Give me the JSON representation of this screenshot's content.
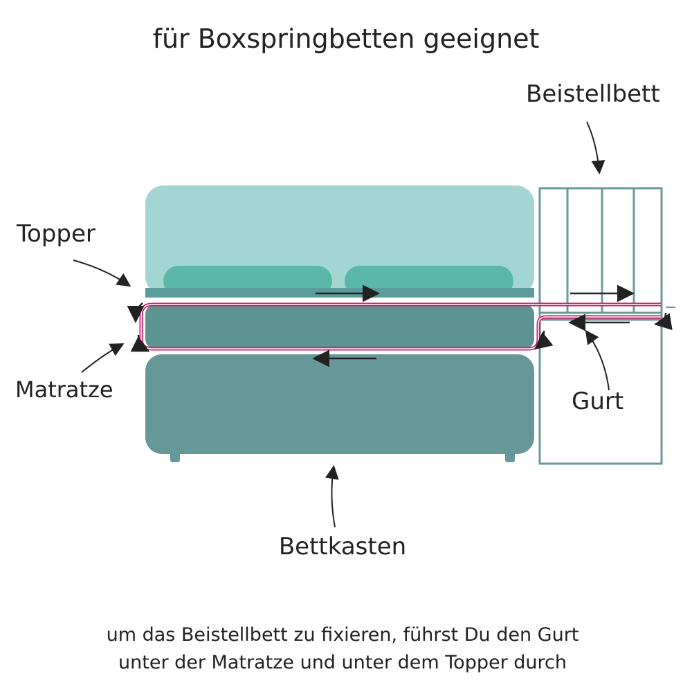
{
  "title": "für Boxspringbetten geeignet",
  "labels": {
    "beistellbett": "Beistellbett",
    "topper": "Topper",
    "matratze": "Matratze",
    "gurt": "Gurt",
    "bettkasten": "Bettkasten"
  },
  "caption": {
    "line1": "um das Beistellbett zu fixieren, führst Du den Gurt",
    "line2": "unter der Matratze und unter dem Topper durch"
  },
  "colors": {
    "headboard": "#a3d6d3",
    "pillow": "#5bb7aa",
    "topper": "#5c9c9c",
    "mattress": "#5e9393",
    "bedbox": "#679899",
    "crib_frame": "#6a9a98",
    "strap": "#d0186b",
    "ink": "#222222"
  }
}
